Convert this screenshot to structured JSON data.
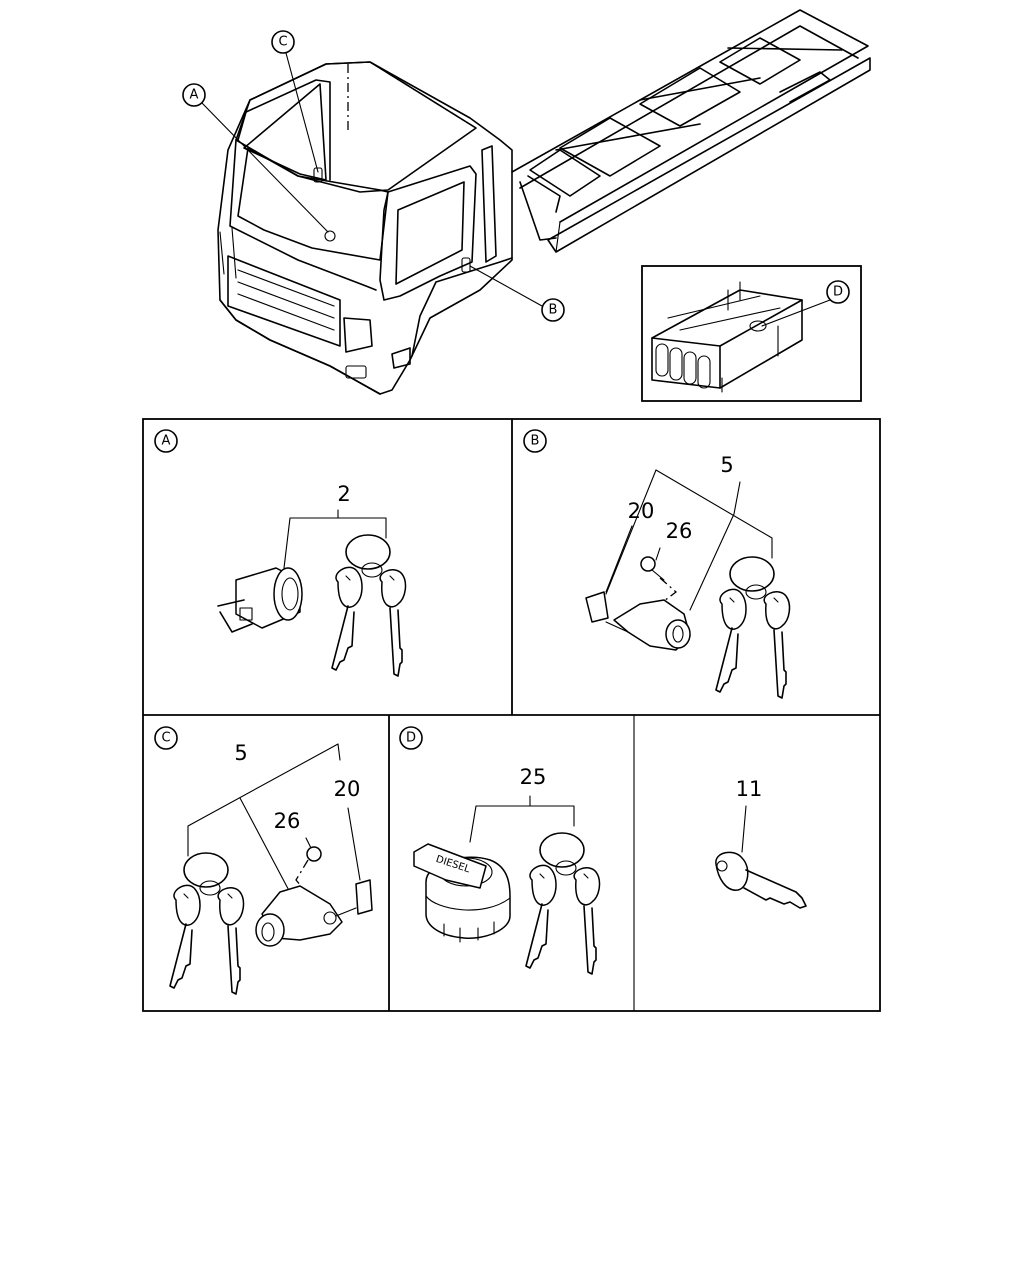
{
  "overview": {
    "callouts": [
      {
        "id": "A",
        "label": "A"
      },
      {
        "id": "B",
        "label": "B"
      },
      {
        "id": "C",
        "label": "C"
      },
      {
        "id": "D",
        "label": "D"
      }
    ],
    "inset_tank_label": "D"
  },
  "panels": {
    "a": {
      "label": "A",
      "part_numbers": [
        "2"
      ]
    },
    "b": {
      "label": "B",
      "part_numbers": [
        "5",
        "20",
        "26"
      ]
    },
    "c": {
      "label": "C",
      "part_numbers": [
        "5",
        "20",
        "26"
      ]
    },
    "d": {
      "label": "D",
      "part_numbers": [
        "25"
      ],
      "cap_text": "DIESEL"
    },
    "e": {
      "label": "",
      "part_numbers": [
        "11"
      ]
    }
  }
}
